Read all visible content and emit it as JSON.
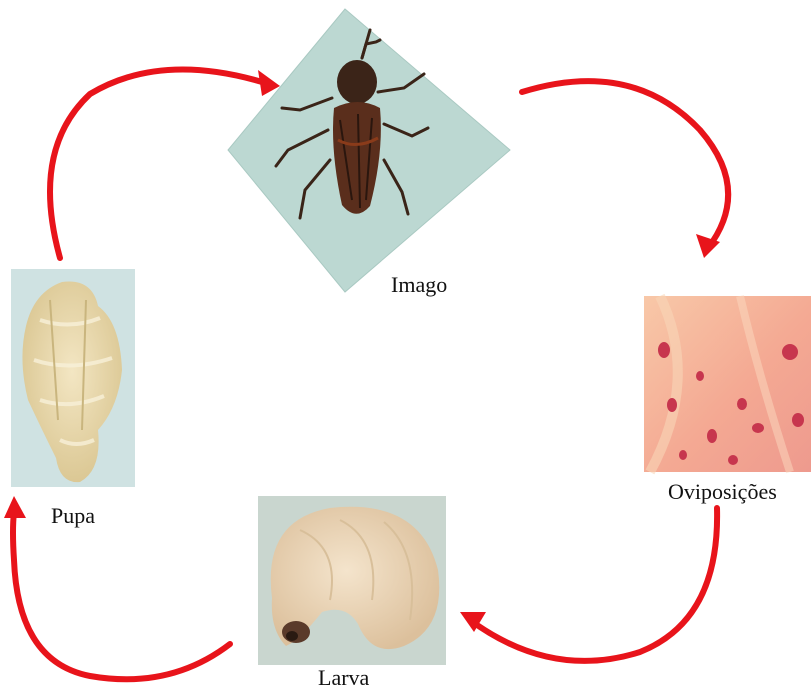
{
  "stages": [
    {
      "id": "imago",
      "label": "Imago"
    },
    {
      "id": "oviposicoes",
      "label": "Oviposições"
    },
    {
      "id": "larva",
      "label": "Larva"
    },
    {
      "id": "pupa",
      "label": "Pupa"
    }
  ],
  "colors": {
    "arrow": "#e8141b",
    "imago_bg": "#bcd8d2",
    "egg_bg": "#f6b09a",
    "egg_spot": "#c7364e",
    "larva_bg": "#c9d6cf",
    "larva_body": "#efdcc2",
    "pupa_bg": "#cfe2e2",
    "pupa_body": "#ecdcb2"
  },
  "icons": {
    "imago": "weevil-photo",
    "oviposicoes": "eggs-photo",
    "larva": "larva-photo",
    "pupa": "pupa-photo"
  }
}
